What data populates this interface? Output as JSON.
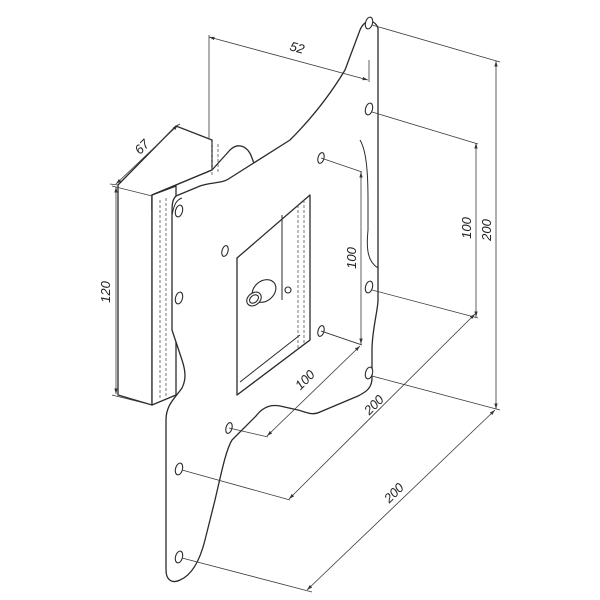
{
  "drawing": {
    "subject": "VESA TV wall mount bracket - isometric dimension drawing",
    "line_color": "#2b2b2b",
    "background": "#ffffff"
  },
  "dimensions": {
    "bracket_depth": "67",
    "arm_offset": "52",
    "bracket_height": "120",
    "inner_vertical_spacing_front": "100",
    "inner_vertical_spacing_right": "100",
    "outer_vertical_spacing": "200",
    "inner_horizontal_spacing": "100",
    "outer_horizontal_spacing_upper": "200",
    "outer_horizontal_spacing_lower": "200"
  }
}
